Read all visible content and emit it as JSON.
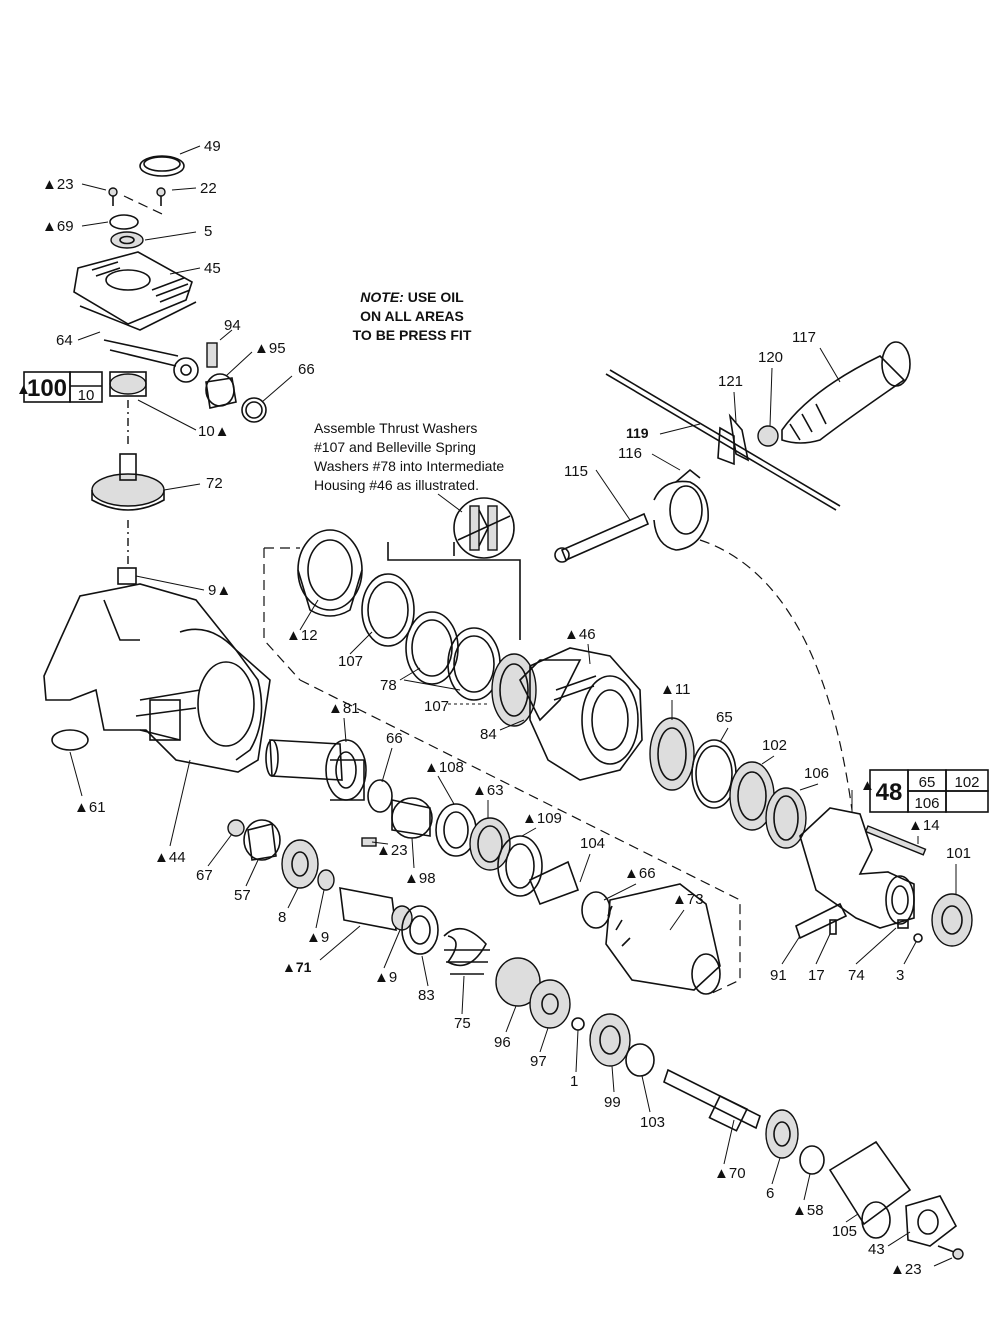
{
  "note": {
    "line1_italic": "NOTE:",
    "line1_rest": " USE OIL",
    "line2": "ON ALL AREAS",
    "line3": "TO BE PRESS FIT"
  },
  "assembly_note": [
    "Assemble Thrust Washers",
    "#107 and Belleville Spring",
    "Washers #78 into Intermediate",
    "Housing #46 as illustrated."
  ],
  "kit_boxes": {
    "kit100": {
      "main": "100",
      "parts": [
        "10"
      ]
    },
    "kit48": {
      "main": "48",
      "parts": [
        "65",
        "102",
        "106"
      ]
    }
  },
  "labels": {
    "p49": "49",
    "p23a": "▲23",
    "p22": "22",
    "p69": "▲69",
    "p5": "5",
    "p45": "45",
    "p64": "64",
    "p94": "94",
    "p95": "▲95",
    "p66a": "66",
    "p10": "10▲",
    "p72": "72",
    "p9a": "9▲",
    "p12": "▲12",
    "p107a": "107",
    "p78": "78",
    "p107b": "107",
    "p84": "84",
    "p46": "▲46",
    "p61": "▲61",
    "p44": "▲44",
    "p81": "▲81",
    "p66b": "66",
    "p23b": "▲23",
    "p108": "▲108",
    "p98": "▲98",
    "p63": "▲63",
    "p109": "▲109",
    "p67": "67",
    "p57": "57",
    "p8": "8",
    "p9b": "▲9",
    "p71": "▲71",
    "p9c": "▲9",
    "p83": "83",
    "p75": "75",
    "p104": "104",
    "p66c": "▲66",
    "p73": "▲73",
    "p96": "96",
    "p97": "97",
    "p1": "1",
    "p99": "99",
    "p103": "103",
    "p70": "▲70",
    "p6": "6",
    "p58": "▲58",
    "p105": "105",
    "p43": "43",
    "p23c": "▲23",
    "p11": "▲11",
    "p65": "65",
    "p102": "102",
    "p106": "106",
    "p14": "▲14",
    "p101": "101",
    "p91": "91",
    "p17": "17",
    "p74": "74",
    "p3": "3",
    "p117": "117",
    "p120": "120",
    "p121": "121",
    "p119": "119",
    "p116": "116",
    "p115": "115",
    "p48pointer": "▲"
  }
}
